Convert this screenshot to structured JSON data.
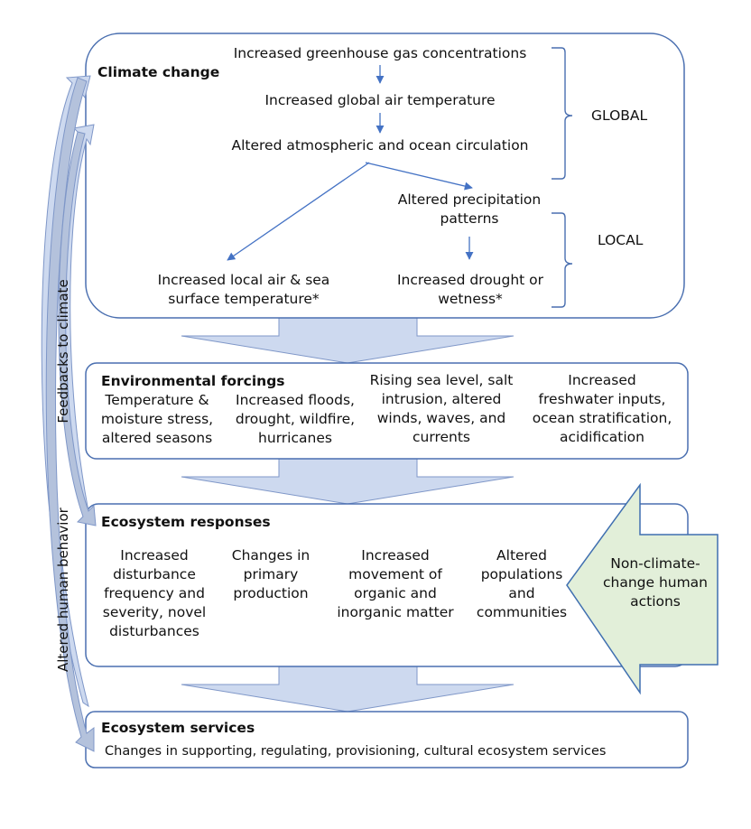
{
  "climate_change": {
    "title": "Climate change",
    "steps": [
      "Increased greenhouse gas concentrations",
      "Increased global air temperature",
      "Altered atmospheric and ocean circulation"
    ],
    "precipitation": [
      "Altered precipitation",
      "patterns"
    ],
    "local_temp": [
      "Increased local air & sea",
      "surface temperature*"
    ],
    "drought": [
      "Increased drought or",
      "wetness*"
    ],
    "scale_global": "GLOBAL",
    "scale_local": "LOCAL"
  },
  "environmental_forcings": {
    "title": "Environmental forcings",
    "items": [
      [
        "Temperature &",
        "moisture stress,",
        "altered seasons"
      ],
      [
        "Increased floods,",
        "drought, wildfire,",
        "hurricanes"
      ],
      [
        "Rising sea level, salt",
        "intrusion, altered",
        "winds, waves, and",
        "currents"
      ],
      [
        "Increased",
        "freshwater inputs,",
        "ocean stratification,",
        "acidification"
      ]
    ]
  },
  "ecosystem_responses": {
    "title": "Ecosystem responses",
    "items": [
      [
        "Increased",
        "disturbance",
        "frequency and",
        "severity, novel",
        "disturbances"
      ],
      [
        "Changes in",
        "primary",
        "production"
      ],
      [
        "Increased",
        "movement of",
        "organic and",
        "inorganic matter"
      ],
      [
        "Altered",
        "populations",
        "and",
        "communities"
      ]
    ]
  },
  "non_climate": [
    "Non-climate-",
    "change human",
    "actions"
  ],
  "ecosystem_services": {
    "title": "Ecosystem services",
    "text": "Changes in supporting, regulating, provisioning, cultural ecosystem services"
  },
  "side_labels": {
    "feedbacks": "Feedbacks to climate",
    "behavior": "Altered human behavior"
  },
  "colors": {
    "box_border": "#4a6fb0",
    "arrow_fill": "#cdd9ef",
    "arrow_stroke": "#7f97c8",
    "flow_arrow": "#4472c4",
    "green_fill": "#e2efd9",
    "green_stroke": "#3f6fb0"
  }
}
